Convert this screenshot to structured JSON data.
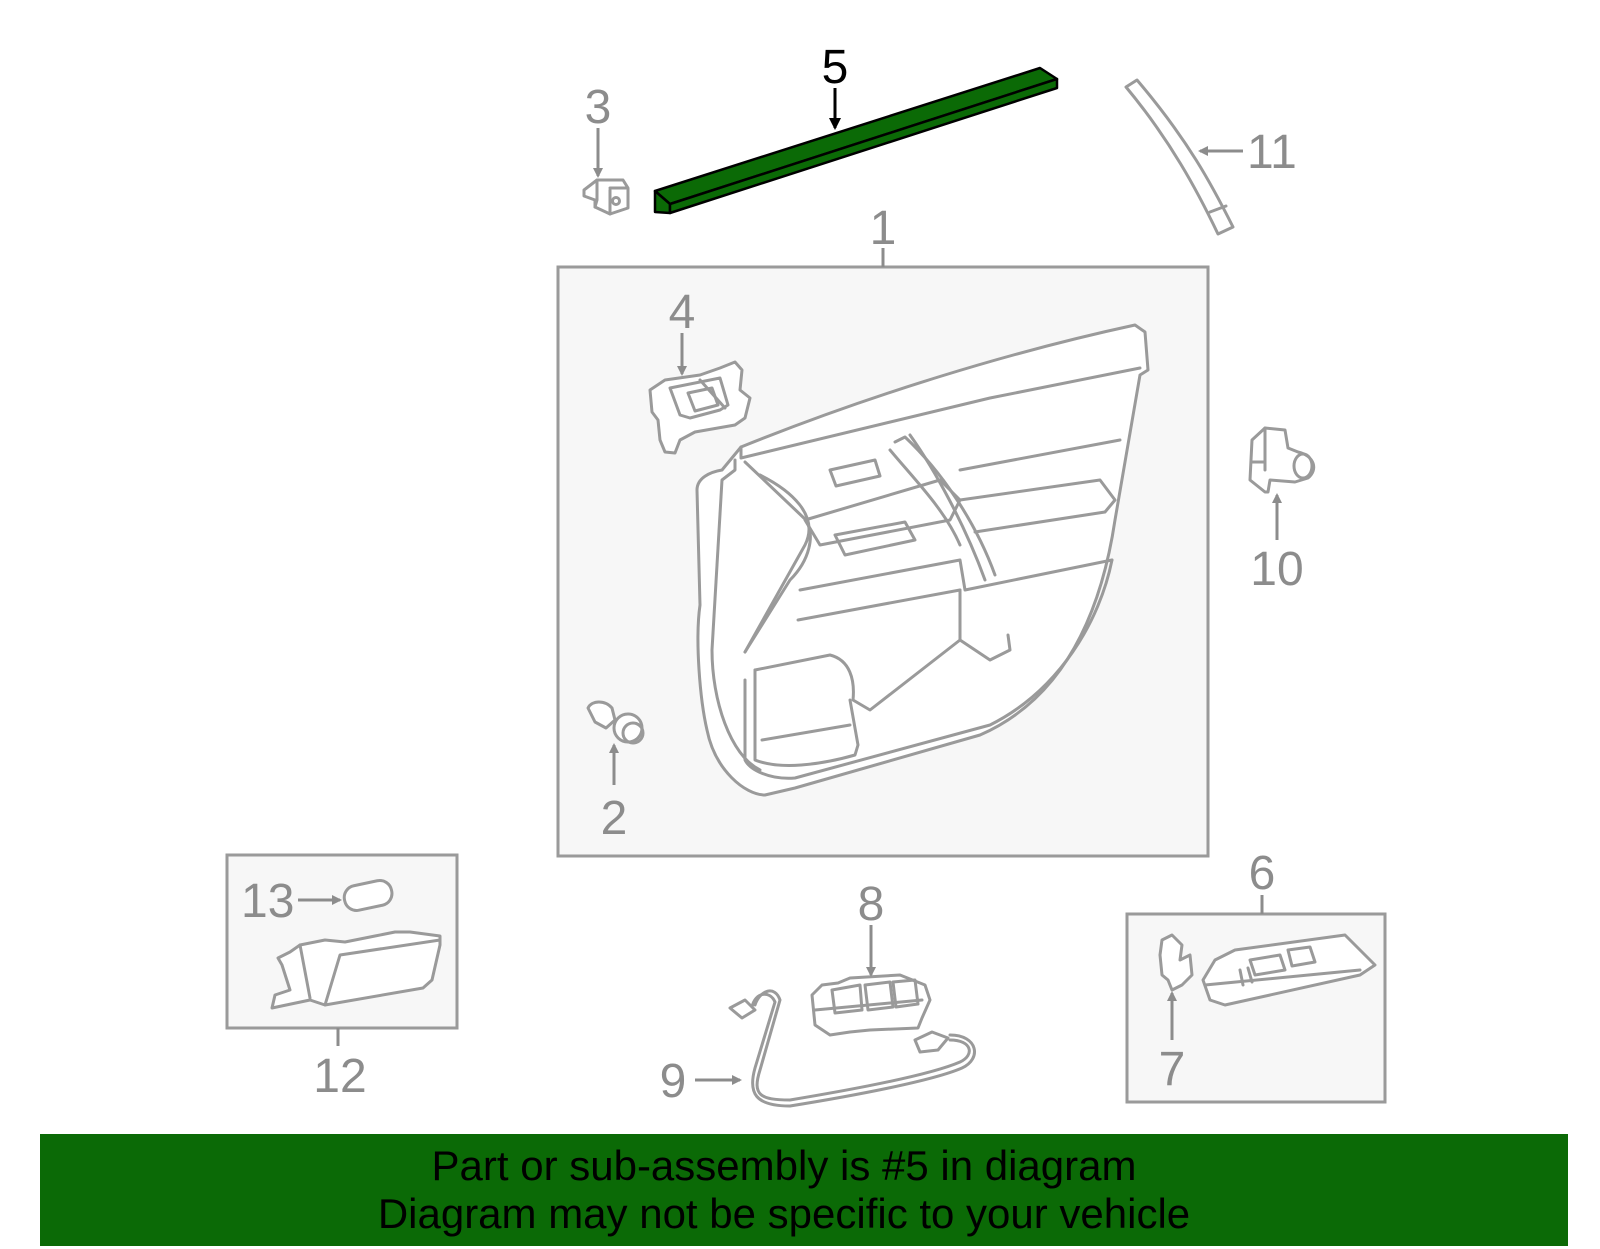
{
  "callouts": {
    "c1": "1",
    "c2": "2",
    "c3": "3",
    "c4": "4",
    "c5": "5",
    "c6": "6",
    "c7": "7",
    "c8": "8",
    "c9": "9",
    "c10": "10",
    "c11": "11",
    "c12": "12",
    "c13": "13"
  },
  "highlight": {
    "part_number": "5",
    "color": "#0b6a06"
  },
  "footer": {
    "line1": "Part or sub-assembly is #5 in diagram",
    "line2": "Diagram may not be specific to your vehicle",
    "background": "#0b6a06"
  }
}
